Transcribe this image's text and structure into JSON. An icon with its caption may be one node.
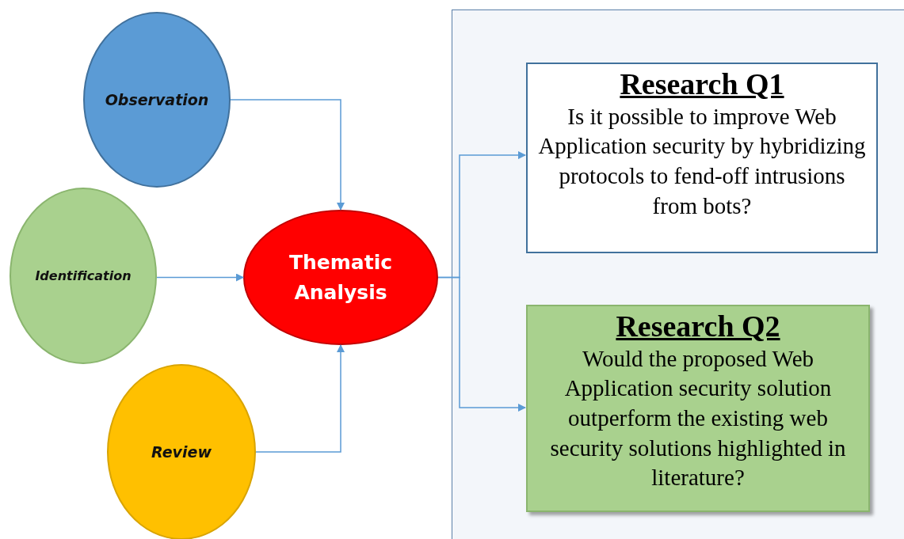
{
  "diagram": {
    "nodes": [
      {
        "text": [
          "Observation"
        ]
      },
      {
        "text": [
          "Identification"
        ]
      },
      {
        "text": [
          "Review"
        ]
      },
      {
        "text": [
          "Thematic Analysis"
        ]
      },
      {
        "text": [],
        "shape": "box"
      },
      {
        "text": [
          "Research Q1",
          "Is it possible to improve Web Application security by hybridizing protocols to fend-off intrusions from bots?"
        ],
        "in": 4
      },
      {
        "text": [
          "Research Q2",
          "Would the proposed Web Application security solution outperform the existing web security solutions highlighted in literature?"
        ],
        "in": 4
      }
    ],
    "edges": [
      {
        "from": 0,
        "to": 3,
        "arrow": "to"
      },
      {
        "from": 1,
        "to": 3,
        "arrow": "to"
      },
      {
        "from": 2,
        "to": 3,
        "arrow": "to"
      },
      {
        "from": 3,
        "to": 5,
        "arrow": "to"
      },
      {
        "from": 3,
        "to": 6,
        "arrow": "to"
      }
    ]
  }
}
